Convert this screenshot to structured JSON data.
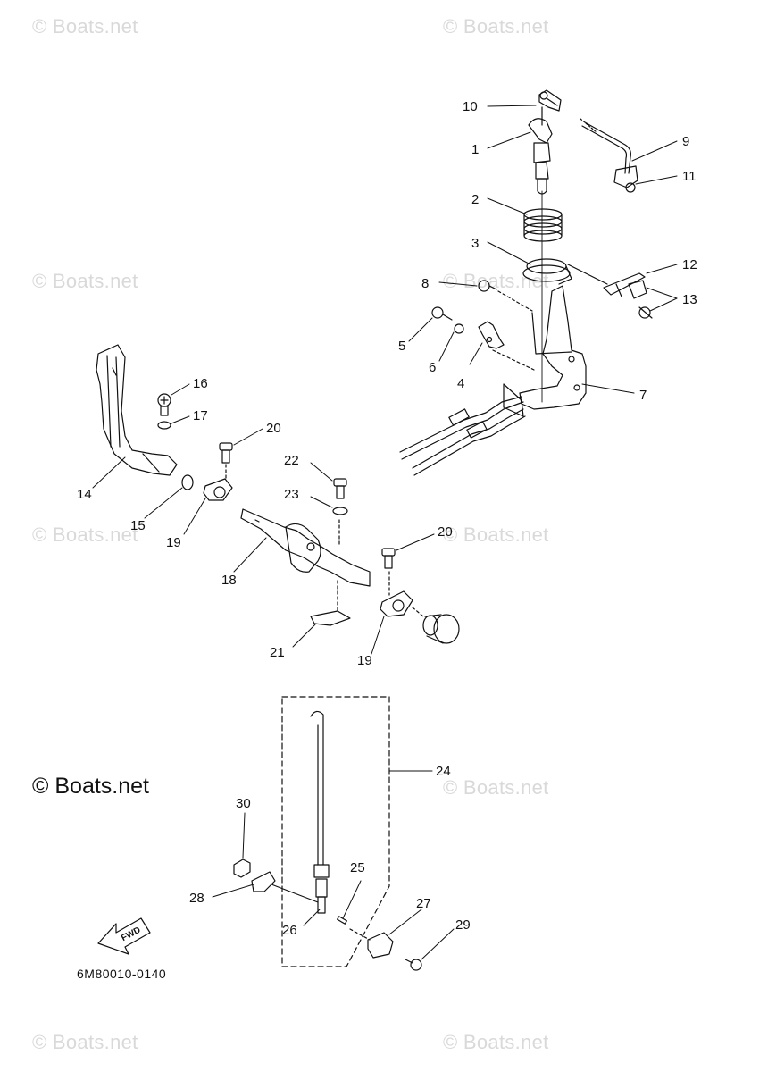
{
  "watermarks": [
    "© Boats.net",
    "© Boats.net",
    "© Boats.net",
    "© Boats.net",
    "© Boats.net",
    "© Boats.net",
    "© Boats.net",
    "© Boats.net",
    "© Boats.net"
  ],
  "copyright": "© Boats.net",
  "part_code": "6M80010-0140",
  "fwd_label": "FWD",
  "callouts": [
    "1",
    "2",
    "3",
    "4",
    "5",
    "6",
    "7",
    "8",
    "9",
    "10",
    "11",
    "12",
    "13",
    "14",
    "15",
    "16",
    "17",
    "18",
    "19",
    "19",
    "20",
    "20",
    "21",
    "22",
    "23",
    "24",
    "25",
    "26",
    "27",
    "28",
    "29",
    "30"
  ]
}
